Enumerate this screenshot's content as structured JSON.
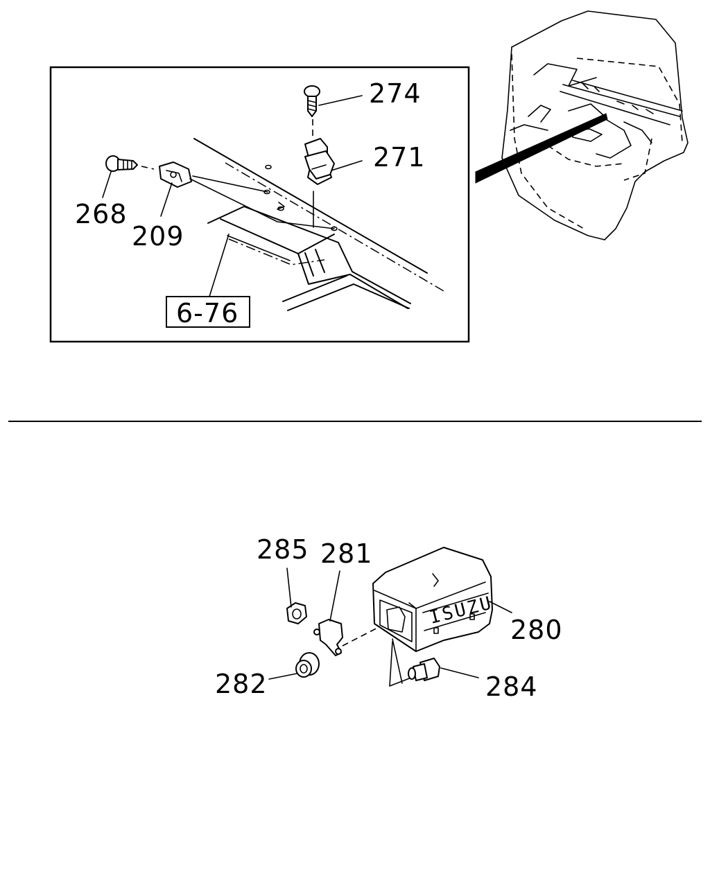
{
  "callouts": {
    "p274": "274",
    "p271": "271",
    "p268": "268",
    "p209": "209",
    "ref": "6-76",
    "p285": "285",
    "p281": "281",
    "p280": "280",
    "p282": "282",
    "p284": "284"
  },
  "horn_brand": "ISUZU",
  "colors": {
    "line": "#000000",
    "background": "#ffffff"
  }
}
